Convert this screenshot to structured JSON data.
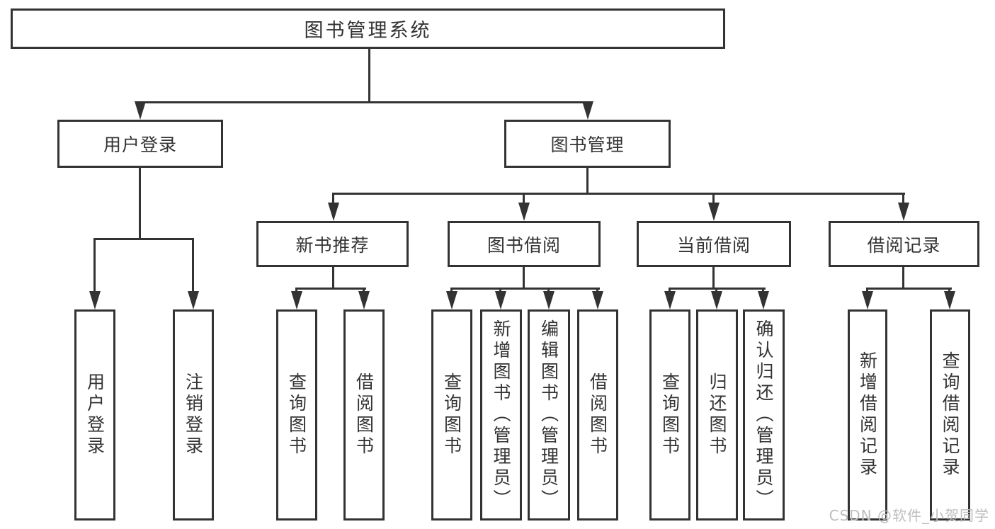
{
  "diagram": {
    "root": {
      "label": "图书管理系统"
    },
    "branches": [
      {
        "label": "用户登录",
        "children": [
          {
            "label": "用户登录"
          },
          {
            "label": "注销登录"
          }
        ]
      },
      {
        "label": "图书管理",
        "children": [
          {
            "label": "新书推荐",
            "children": [
              {
                "label": "查询图书"
              },
              {
                "label": "借阅图书"
              }
            ]
          },
          {
            "label": "图书借阅",
            "children": [
              {
                "label": "查询图书"
              },
              {
                "label": "新增图书（管理员）"
              },
              {
                "label": "编辑图书（管理员）"
              },
              {
                "label": "借阅图书"
              }
            ]
          },
          {
            "label": "当前借阅",
            "children": [
              {
                "label": "查询图书"
              },
              {
                "label": "归还图书"
              },
              {
                "label": "确认归还（管理员）"
              }
            ]
          },
          {
            "label": "借阅记录",
            "children": [
              {
                "label": "新增借阅记录"
              },
              {
                "label": "查询借阅记录"
              }
            ]
          }
        ]
      }
    ]
  },
  "watermark": {
    "text": "CSDN @软件_小贺同学"
  },
  "colors": {
    "line": "#333333",
    "text": "#333333",
    "box_background": "#ffffff",
    "watermark": "#bdbdbd"
  }
}
